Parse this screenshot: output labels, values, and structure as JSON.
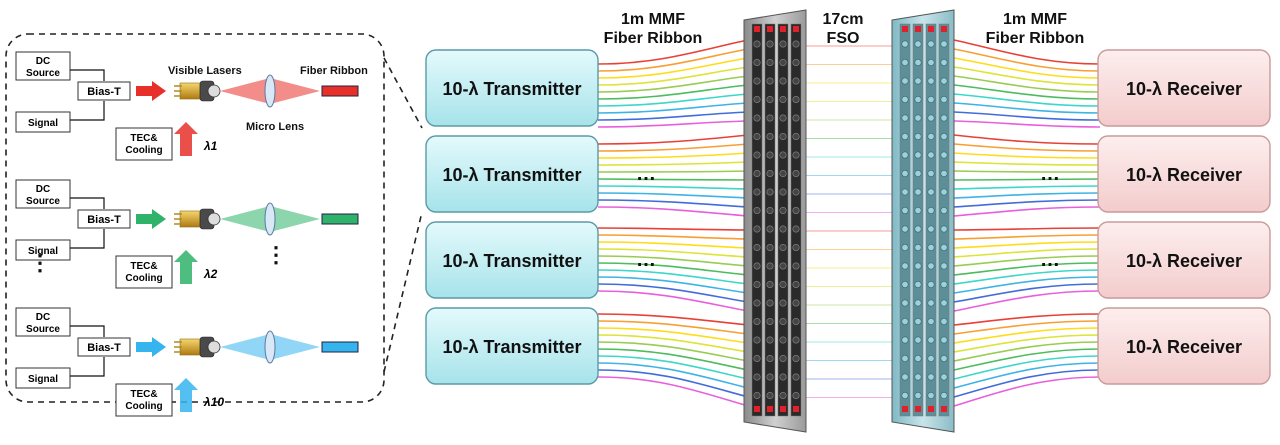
{
  "inset": {
    "channels": [
      {
        "dc_source": "DC Source",
        "bias_t": "Bias-T",
        "signal": "Signal",
        "tec": "TEC& Cooling",
        "lambda": "λ1",
        "color": "#e8302a"
      },
      {
        "dc_source": "DC Source",
        "bias_t": "Bias-T",
        "signal": "Signal",
        "tec": "TEC& Cooling",
        "lambda": "λ2",
        "color": "#2fb36a"
      },
      {
        "dc_source": "DC Source",
        "bias_t": "Bias-T",
        "signal": "Signal",
        "tec": "TEC& Cooling",
        "lambda": "λ10",
        "color": "#36b4ee"
      }
    ],
    "visible_lasers": "Visible Lasers",
    "fiber_ribbon": "Fiber Ribbon",
    "micro_lens": "Micro Lens",
    "ellipsis_v": "⋮"
  },
  "labels": {
    "left_ribbon_1": "1m MMF",
    "left_ribbon_2": "Fiber Ribbon",
    "fso_1": "17cm",
    "fso_2": "FSO",
    "right_ribbon_1": "1m MMF",
    "right_ribbon_2": "Fiber Ribbon"
  },
  "transmitters": [
    "10-λ Transmitter",
    "10-λ Transmitter",
    "10-λ Transmitter",
    "10-λ Transmitter"
  ],
  "receivers": [
    "10-λ Receiver",
    "10-λ Receiver",
    "10-λ Receiver",
    "10-λ Receiver"
  ],
  "ellipsis_h": "…",
  "colors": {
    "transmitter_fill": "#bfeef3",
    "receiver_fill": "#f8dada",
    "fiber_colors": [
      "#e62b1e",
      "#f7941d",
      "#ffd800",
      "#d9e021",
      "#8dc63f",
      "#39b54a",
      "#27d3c3",
      "#29abe2",
      "#2e5cd6",
      "#e64ed9"
    ]
  }
}
